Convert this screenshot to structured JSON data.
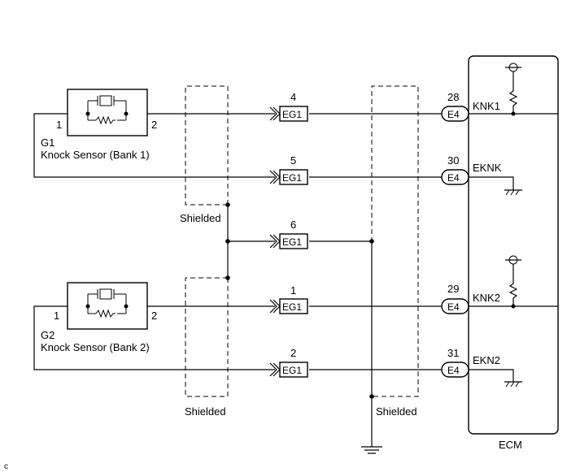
{
  "sensors": [
    {
      "id": "G1",
      "name": "Knock Sensor (Bank 1)",
      "pin_left": "1",
      "pin_right": "2"
    },
    {
      "id": "G2",
      "name": "Knock Sensor (Bank 2)",
      "pin_left": "1",
      "pin_right": "2"
    }
  ],
  "connector_eg": {
    "label": "EG1",
    "pins": [
      "4",
      "5",
      "6",
      "1",
      "2"
    ]
  },
  "connector_ecm": {
    "label": "E4",
    "pins": [
      "28",
      "30",
      "29",
      "31"
    ]
  },
  "ecm": {
    "label": "ECM",
    "terminals": [
      "KNK1",
      "EKNK",
      "KNK2",
      "EKN2"
    ]
  },
  "shield_labels": [
    "Shielded",
    "Shielded",
    "Shielded"
  ],
  "corner_mark": "c"
}
